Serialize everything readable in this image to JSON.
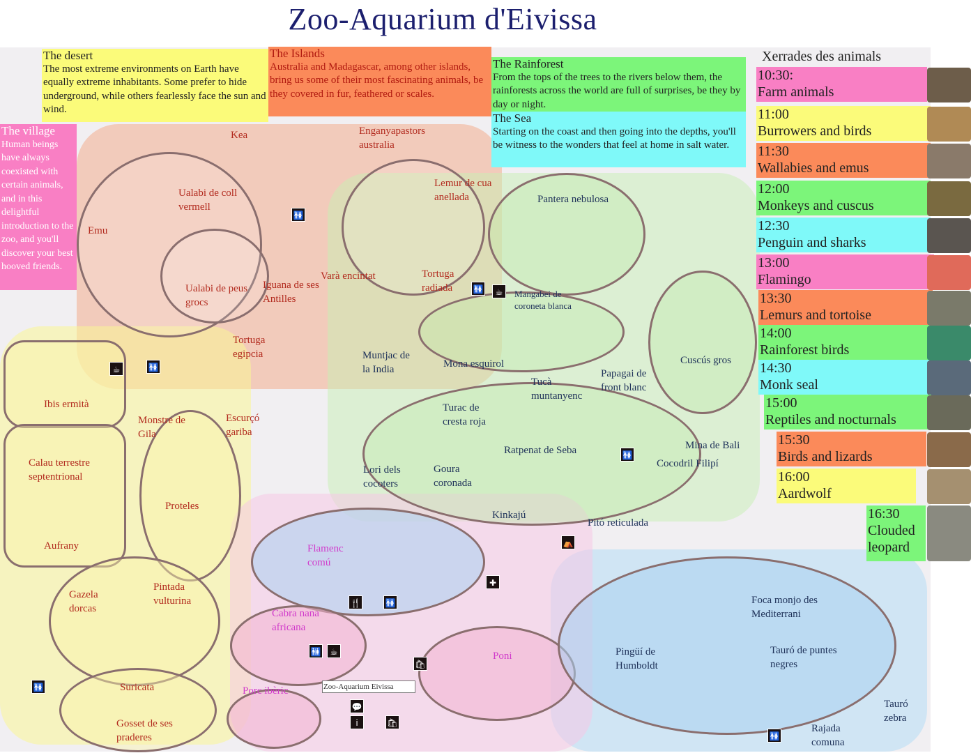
{
  "title": "Zoo-Aquarium d'Eivissa",
  "zones": {
    "desert": {
      "heading": "The desert",
      "text": "The most extreme environments on Earth have equally extreme inhabitants. Some prefer to hide underground, while others fearlessly face the sun and wind."
    },
    "islands": {
      "heading": "The Islands",
      "text": "Australia and Madagascar, among other islands, bring us some of their most fascinating animals, be they covered in fur, feathered or scales."
    },
    "rainforest": {
      "heading": "The Rainforest",
      "text": "From the tops of the trees to the rivers below them, the rainforests across the world are full of surprises, be they by day or night."
    },
    "sea": {
      "heading": "The Sea",
      "text": "Starting on the coast and then going into the depths, you'll be witness to the wonders that feel at home in salt water."
    },
    "village": {
      "heading": "The village",
      "text": "Human beings have always coexisted with certain animals, and in this delightful introduction to the zoo, and you'll discover your best hooved friends."
    }
  },
  "schedule": {
    "title": "Xerrades des animals",
    "slots": [
      {
        "time": "10:30:",
        "topic": "Farm animals",
        "color": "#f97fc4"
      },
      {
        "time": "11:00",
        "topic": "Burrowers and birds",
        "color": "#fbfb7a"
      },
      {
        "time": "11:30",
        "topic": "Wallabies and emus",
        "color": "#fb8a5a"
      },
      {
        "time": "12:00",
        "topic": "Monkeys and cuscus",
        "color": "#7cf57a"
      },
      {
        "time": "12:30",
        "topic": "Penguin and sharks",
        "color": "#7ff9f9"
      },
      {
        "time": "13:00",
        "topic": "Flamingo",
        "color": "#f97fc4"
      },
      {
        "time": "13:30",
        "topic": "Lemurs and tortoise",
        "color": "#fb8a5a"
      },
      {
        "time": "14:00",
        "topic": "Rainforest birds",
        "color": "#7cf57a"
      },
      {
        "time": "14:30",
        "topic": "Monk seal",
        "color": "#7ff9f9"
      },
      {
        "time": "15:00",
        "topic": "Reptiles and nocturnals",
        "color": "#7cf57a"
      },
      {
        "time": "15:30",
        "topic": "Birds and lizards",
        "color": "#fb8a5a"
      },
      {
        "time": "16:00",
        "topic": "Aardwolf",
        "color": "#fbfb7a"
      },
      {
        "time": "16:30",
        "topic": "Clouded leopard",
        "color": "#7cf57a"
      }
    ]
  },
  "animals": {
    "kea": "Kea",
    "enganyapastors": "Enganyapastors australia",
    "emu": "Emu",
    "ualabi_coll": "Ualabi de coll vermell",
    "ualabi_peus": "Ualabi de peus grocs",
    "iguana": "Iguana de ses Antilles",
    "vara": "Varà encintat",
    "lemur": "Lemur de cua anellada",
    "tortuga_radiada": "Tortuga radiada",
    "pantera": "Pantera nebulosa",
    "mangabei": "Mangabei de coroneta blanca",
    "tortuga_egipcia": "Tortuga egipcia",
    "ibis": "Ibis ermità",
    "monstre": "Monstre de Gila",
    "escurco": "Escurçó gariba",
    "calau": "Calau terrestre septentrional",
    "proteles": "Proteles",
    "aufrany": "Aufrany",
    "muntjac": "Muntjac de la India",
    "mona": "Mona esquirol",
    "tuca": "Tucà muntanyenc",
    "papagai": "Papagai de front blanc",
    "cuscus": "Cuscús gros",
    "turac": "Turac de cresta roja",
    "ratpenat": "Ratpenat de Seba",
    "mina": "Mina de Bali",
    "cocodril": "Cocodril Filipí",
    "lori": "Lori dels cocoters",
    "goura": "Goura coronada",
    "kinkaju": "Kinkajú",
    "pito": "Pitó reticulada",
    "flamenc": "Flamenc comú",
    "gazela": "Gazela dorcas",
    "pintada": "Pintada vulturina",
    "cabra": "Cabra nana africana",
    "poni": "Poni",
    "foca": "Foca monjo des Mediterrani",
    "pingui": "Pingüí de Humboldt",
    "tauro_puntes": "Tauró de puntes negres",
    "suricata": "Suricata",
    "porc": "Porc ibèric",
    "gosset": "Gosset de ses praderes",
    "tauro_zebra": "Tauró zebra",
    "rajada": "Rajada comuna",
    "entrance_sign": "Zoo-Aquarium Eivissa"
  },
  "colors": {
    "desert": "#fbfb7a",
    "islands": "#fb8a5a",
    "rainforest": "#7cf57a",
    "sea": "#7ff9f9",
    "village": "#f97fc4",
    "title": "#1c1f6e"
  },
  "icons": [
    "restroom-icon",
    "cafe-icon",
    "restaurant-icon",
    "picnic-icon",
    "first-aid-icon",
    "info-icon",
    "shop-icon"
  ]
}
